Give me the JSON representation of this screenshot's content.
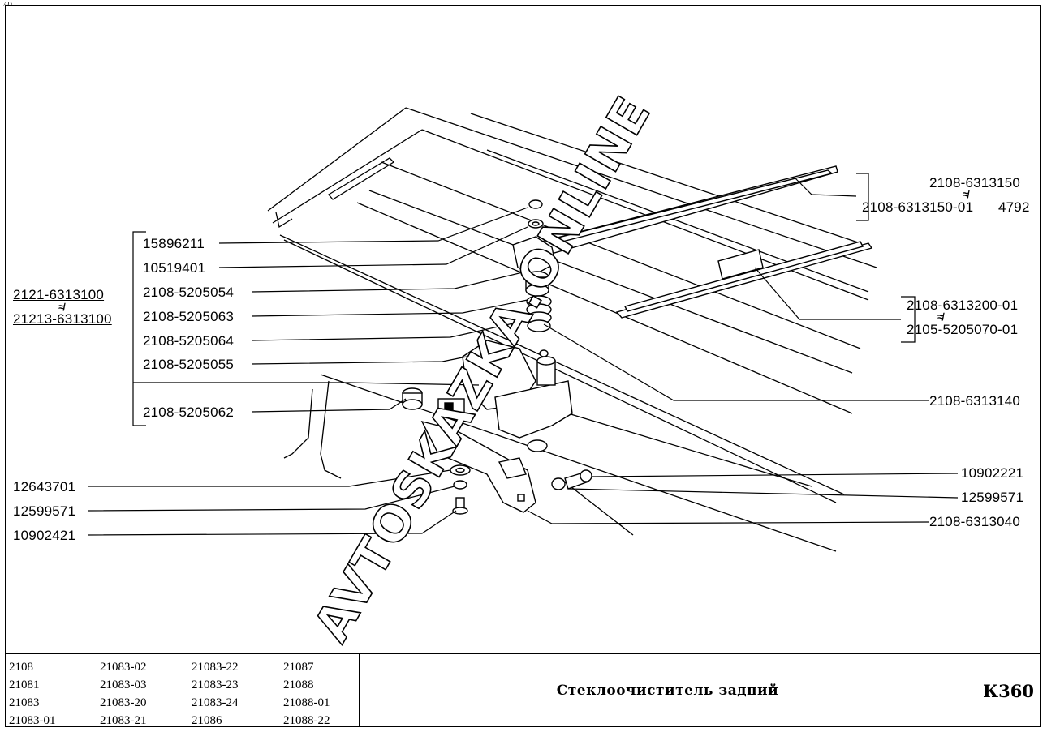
{
  "corner_tag": "AD",
  "watermark": "AVTOSKAZKA.ONLINE",
  "left_group": {
    "codes": [
      "2121-6313100",
      "21213-6313100"
    ],
    "parts": [
      "15896211",
      "10519401",
      "2108-5205054",
      "2108-5205063",
      "2108-5205064",
      "2108-5205055",
      "2108-5205062"
    ]
  },
  "left_bottom": [
    "12643701",
    "12599571",
    "10902421"
  ],
  "right_top": [
    "2108-6313150",
    "2108-6313150-01",
    "4792"
  ],
  "right_mid": [
    "2108-6313200-01",
    "2105-5205070-01"
  ],
  "right_parts": [
    "2108-6313140",
    "10902221",
    "12599571",
    "2108-6313040"
  ],
  "neq_symbol": "≉",
  "models": [
    [
      "2108",
      "21081",
      "21083",
      "21083-01"
    ],
    [
      "21083-02",
      "21083-03",
      "21083-20",
      "21083-21"
    ],
    [
      "21083-22",
      "21083-23",
      "21083-24",
      "21086"
    ],
    [
      "21087",
      "21088",
      "21088-01",
      "21088-22"
    ]
  ],
  "title": "Стеклоочиститель задний",
  "page_code": "К360"
}
